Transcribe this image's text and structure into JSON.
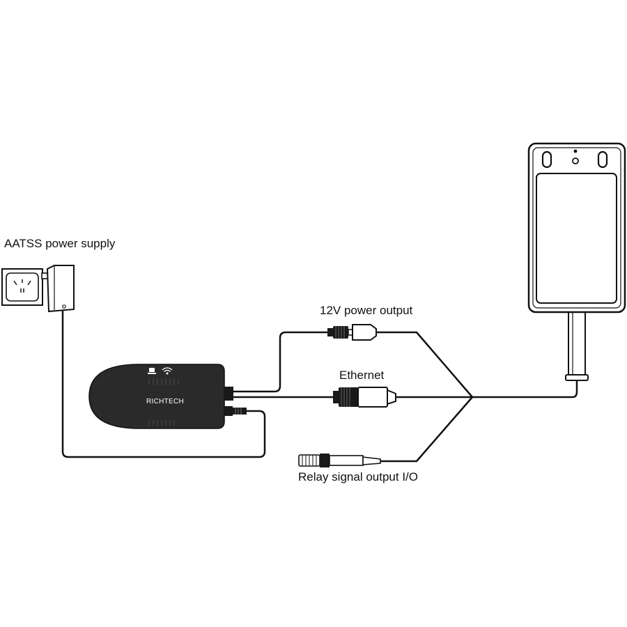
{
  "labels": {
    "power_supply": "AATSS power supply",
    "power_output": "12V power output",
    "ethernet": "Ethernet",
    "relay": "Relay signal output I/O"
  },
  "device": {
    "brand": "RICHTECH"
  },
  "colors": {
    "line": "#111111",
    "device_body": "#2a2a2a",
    "connector": "#1a1a1a",
    "background": "#ffffff"
  },
  "icons": [
    "wall-outlet-icon",
    "power-adapter-icon",
    "router-icon",
    "wifi-icon",
    "terminal-icon",
    "dc-plug-icon",
    "rj45-plug-icon"
  ]
}
